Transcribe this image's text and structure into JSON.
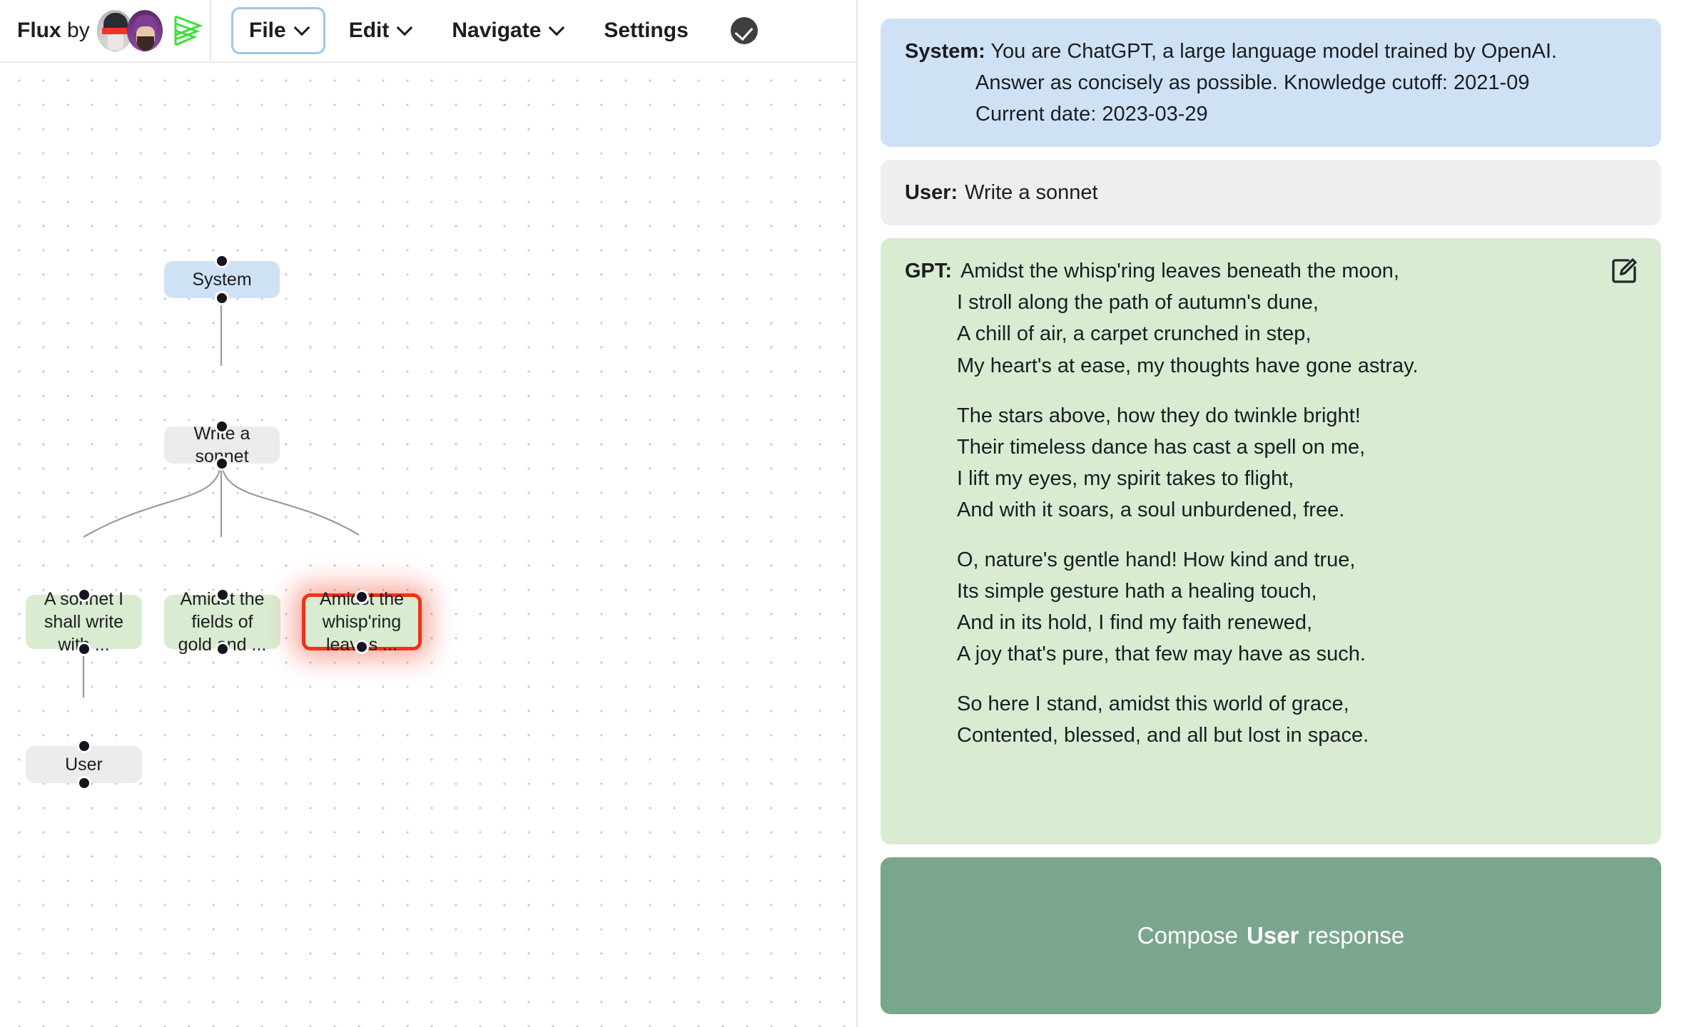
{
  "app": {
    "brand_bold": "Flux",
    "brand_by": "by",
    "logo_icon": "flux-logo-icon",
    "avatar_1": "avatar-face-red-band",
    "avatar_2": "avatar-face-purple-hood"
  },
  "toolbar": {
    "menus": [
      {
        "label": "File",
        "has_chevron": true,
        "active": true
      },
      {
        "label": "Edit",
        "has_chevron": true,
        "active": false
      },
      {
        "label": "Navigate",
        "has_chevron": true,
        "active": false
      },
      {
        "label": "Settings",
        "has_chevron": false,
        "active": false
      }
    ],
    "status_icon": "check-circle-icon"
  },
  "graph": {
    "nodes": [
      {
        "id": "system",
        "label": "System",
        "type": "system",
        "selected": false
      },
      {
        "id": "prompt",
        "label": "Write a sonnet",
        "type": "user",
        "selected": false
      },
      {
        "id": "reply1",
        "label": "A sonnet I shall write with ...",
        "type": "gpt",
        "selected": false
      },
      {
        "id": "reply2",
        "label": "Amidst the fields of gold and ...",
        "type": "gpt",
        "selected": false
      },
      {
        "id": "reply3",
        "label": "Amidst the whisp'ring leaves ...",
        "type": "gpt",
        "selected": true
      },
      {
        "id": "user2",
        "label": "User",
        "type": "user",
        "selected": false
      }
    ]
  },
  "conversation": {
    "system": {
      "role": "System:",
      "lines": [
        "You are ChatGPT, a large language model trained by OpenAI.",
        "Answer as concisely as possible. Knowledge cutoff: 2021-09",
        "Current date: 2023-03-29"
      ]
    },
    "user": {
      "role": "User:",
      "text": "Write a sonnet"
    },
    "gpt": {
      "role": "GPT:",
      "edit_icon": "edit-pencil-square-icon",
      "lines": [
        "Amidst the whisp'ring leaves beneath the moon,",
        "I stroll along the path of autumn's dune,",
        "A chill of air, a carpet crunched in step,",
        "My heart's at ease, my thoughts have gone astray.",
        "",
        "The stars above, how they do twinkle bright!",
        "Their timeless dance has cast a spell on me,",
        "I lift my eyes, my spirit takes to flight,",
        "And with it soars, a soul unburdened, free.",
        "",
        "O, nature's gentle hand! How kind and true,",
        "Its simple gesture hath a healing touch,",
        "And in its hold, I find my faith renewed,",
        "A joy that's pure, that few may have as such.",
        "",
        "So here I stand, amidst this world of grace,",
        "Contented, blessed, and all but lost in space."
      ]
    }
  },
  "compose": {
    "prefix": "Compose",
    "bold": "User",
    "suffix": "response"
  },
  "colors": {
    "system_bg": "#cfe2f5",
    "user_bg": "#eeeeef",
    "gpt_bg": "#d9ecd1",
    "selected_border": "#f03219",
    "compose_bg": "#7aa68d",
    "menu_active_border": "#9ec7e8"
  }
}
